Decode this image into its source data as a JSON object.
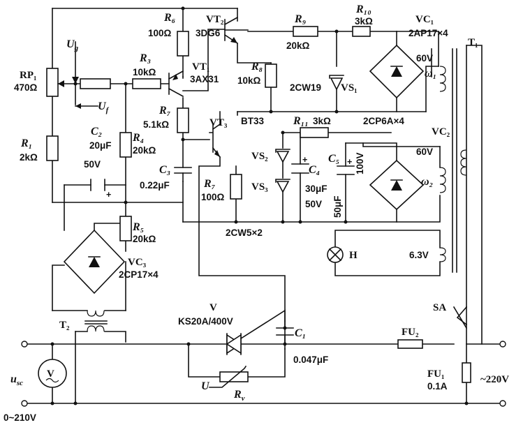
{
  "labels": {
    "rp1": "RP₁",
    "rp1_val": "470Ω",
    "r1": "R₁",
    "r1_val": "2kΩ",
    "ug": "U",
    "ug_sub": "g",
    "uf": "U",
    "uf_sub": "f",
    "r3": "R₃",
    "r3_val": "10kΩ",
    "r6": "R₆",
    "r6_val": "100Ω",
    "vt1": "VT₁",
    "vt1_type": "3AX31",
    "vt2": "VT₂",
    "vt2_type": "3DG6",
    "r7a": "R₇",
    "r7a_val": "5.1kΩ",
    "r4": "R₄",
    "r4_val": "20kΩ",
    "c2": "C₂",
    "c2_val": "20μF",
    "c2_volt": "50V",
    "c3": "C₃",
    "c3_val": "0.22μF",
    "vt3": "VT₃",
    "bt33": "BT33",
    "r7b": "R₇",
    "r7b_val": "100Ω",
    "r8": "R₈",
    "r8_val": "10kΩ",
    "r9": "R₉",
    "r9_val": "20kΩ",
    "r10": "R₁₀",
    "r10_val": "3kΩ",
    "vs1": "VS₁",
    "vs1_type": "2CW19",
    "vc1": "VC₁",
    "vc1_type": "2AP17×4",
    "v60a": "60V",
    "w1": "ω₁",
    "t1": "T₁",
    "r11": "R₁₁",
    "r11_val": "3kΩ",
    "vc2_type": "2CP6A×4",
    "vc2": "VC₂",
    "v60b": "60V",
    "w2": "ω₂",
    "vs2": "VS₂",
    "vs3": "VS₃",
    "c4": "C₄",
    "c4_val": "30μF",
    "c4_volt": "50V",
    "c5": "C₅",
    "c5_volt": "100V",
    "c5_val": "50μF",
    "r5": "R₅",
    "r5_val": "20kΩ",
    "vs23_type": "2CW5×2",
    "vc3": "VC₃",
    "vc3_type": "2CP17×4",
    "lamp": "H",
    "v63": "6.3V",
    "t2": "T₂",
    "v": "V",
    "v_type": "KS20A/400V",
    "c1": "C₁",
    "c1_val": "0.047μF",
    "fu2": "FU₂",
    "sa": "SA",
    "fu1": "FU₁",
    "fu1_val": "0.1A",
    "mains": "~220V",
    "usc": "u",
    "usc_sub": "sc",
    "out_range": "0~210V",
    "u": "U",
    "rv": "R",
    "rv_sub": "v",
    "meter": "V"
  }
}
